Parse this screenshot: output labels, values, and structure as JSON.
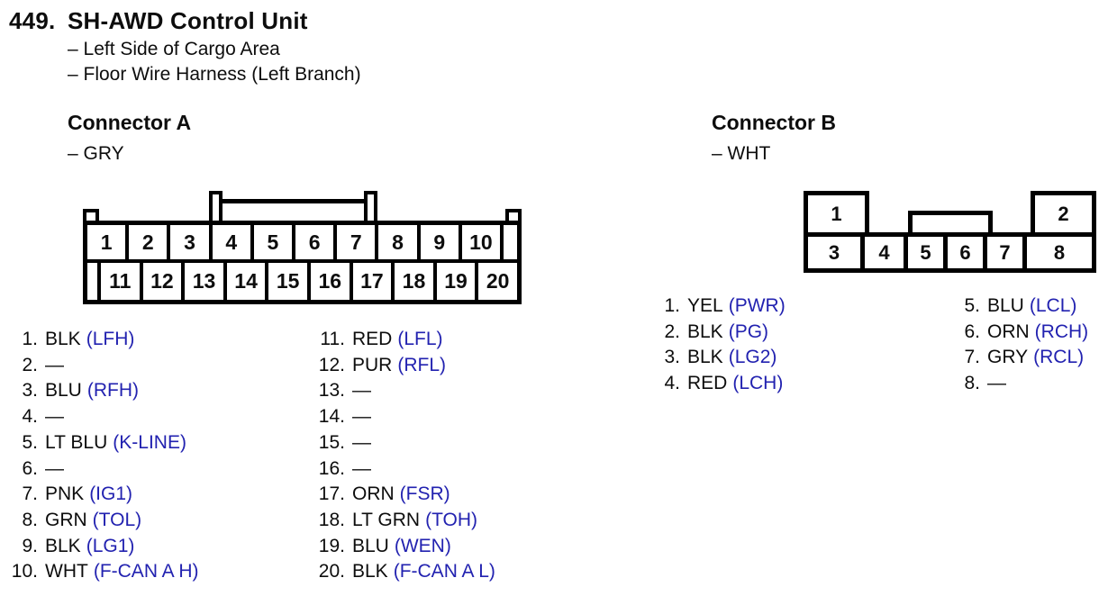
{
  "page": {
    "number": "449.",
    "title": "SH-AWD Control Unit",
    "location_lines": [
      "– Left Side of Cargo Area",
      "– Floor Wire Harness (Left Branch)"
    ]
  },
  "colors": {
    "signal_blue": "#2222b0",
    "ink_black": "#0d0d0d",
    "background": "#ffffff"
  },
  "connector_a": {
    "title": "Connector A",
    "color_label": "– GRY",
    "top_row_pins": [
      "1",
      "2",
      "3",
      "4",
      "5",
      "6",
      "7",
      "8",
      "9",
      "10"
    ],
    "bottom_row_pins": [
      "11",
      "12",
      "13",
      "14",
      "15",
      "16",
      "17",
      "18",
      "19",
      "20"
    ],
    "pin_list_col1": [
      {
        "num": "1.",
        "wire": "BLK",
        "signal": "(LFH)"
      },
      {
        "num": "2.",
        "wire": "—",
        "signal": ""
      },
      {
        "num": "3.",
        "wire": "BLU",
        "signal": "(RFH)"
      },
      {
        "num": "4.",
        "wire": "—",
        "signal": ""
      },
      {
        "num": "5.",
        "wire": "LT BLU",
        "signal": "(K-LINE)"
      },
      {
        "num": "6.",
        "wire": "—",
        "signal": ""
      },
      {
        "num": "7.",
        "wire": "PNK",
        "signal": "(IG1)"
      },
      {
        "num": "8.",
        "wire": "GRN",
        "signal": "(TOL)"
      },
      {
        "num": "9.",
        "wire": "BLK",
        "signal": "(LG1)"
      },
      {
        "num": "10.",
        "wire": "WHT",
        "signal": "(F-CAN A H)"
      }
    ],
    "pin_list_col2": [
      {
        "num": "11.",
        "wire": "RED",
        "signal": "(LFL)"
      },
      {
        "num": "12.",
        "wire": "PUR",
        "signal": "(RFL)"
      },
      {
        "num": "13.",
        "wire": "—",
        "signal": ""
      },
      {
        "num": "14.",
        "wire": "—",
        "signal": ""
      },
      {
        "num": "15.",
        "wire": "—",
        "signal": ""
      },
      {
        "num": "16.",
        "wire": "—",
        "signal": ""
      },
      {
        "num": "17.",
        "wire": "ORN",
        "signal": "(FSR)"
      },
      {
        "num": "18.",
        "wire": "LT GRN",
        "signal": "(TOH)"
      },
      {
        "num": "19.",
        "wire": "BLU",
        "signal": "(WEN)"
      },
      {
        "num": "20.",
        "wire": "BLK",
        "signal": "(F-CAN A L)"
      }
    ]
  },
  "connector_b": {
    "title": "Connector B",
    "color_label": "– WHT",
    "top_left_pin": "1",
    "top_right_pin": "2",
    "bottom_row_pins": [
      "3",
      "4",
      "5",
      "6",
      "7",
      "8"
    ],
    "bottom_cell_widths": [
      63,
      48,
      44,
      44,
      44,
      0
    ],
    "pin_list_col1": [
      {
        "num": "1.",
        "wire": "YEL",
        "signal": "(PWR)"
      },
      {
        "num": "2.",
        "wire": "BLK",
        "signal": "(PG)"
      },
      {
        "num": "3.",
        "wire": "BLK",
        "signal": "(LG2)"
      },
      {
        "num": "4.",
        "wire": "RED",
        "signal": "(LCH)"
      }
    ],
    "pin_list_col2": [
      {
        "num": "5.",
        "wire": "BLU",
        "signal": "(LCL)"
      },
      {
        "num": "6.",
        "wire": "ORN",
        "signal": "(RCH)"
      },
      {
        "num": "7.",
        "wire": "GRY",
        "signal": "(RCL)"
      },
      {
        "num": "8.",
        "wire": "—",
        "signal": ""
      }
    ]
  }
}
